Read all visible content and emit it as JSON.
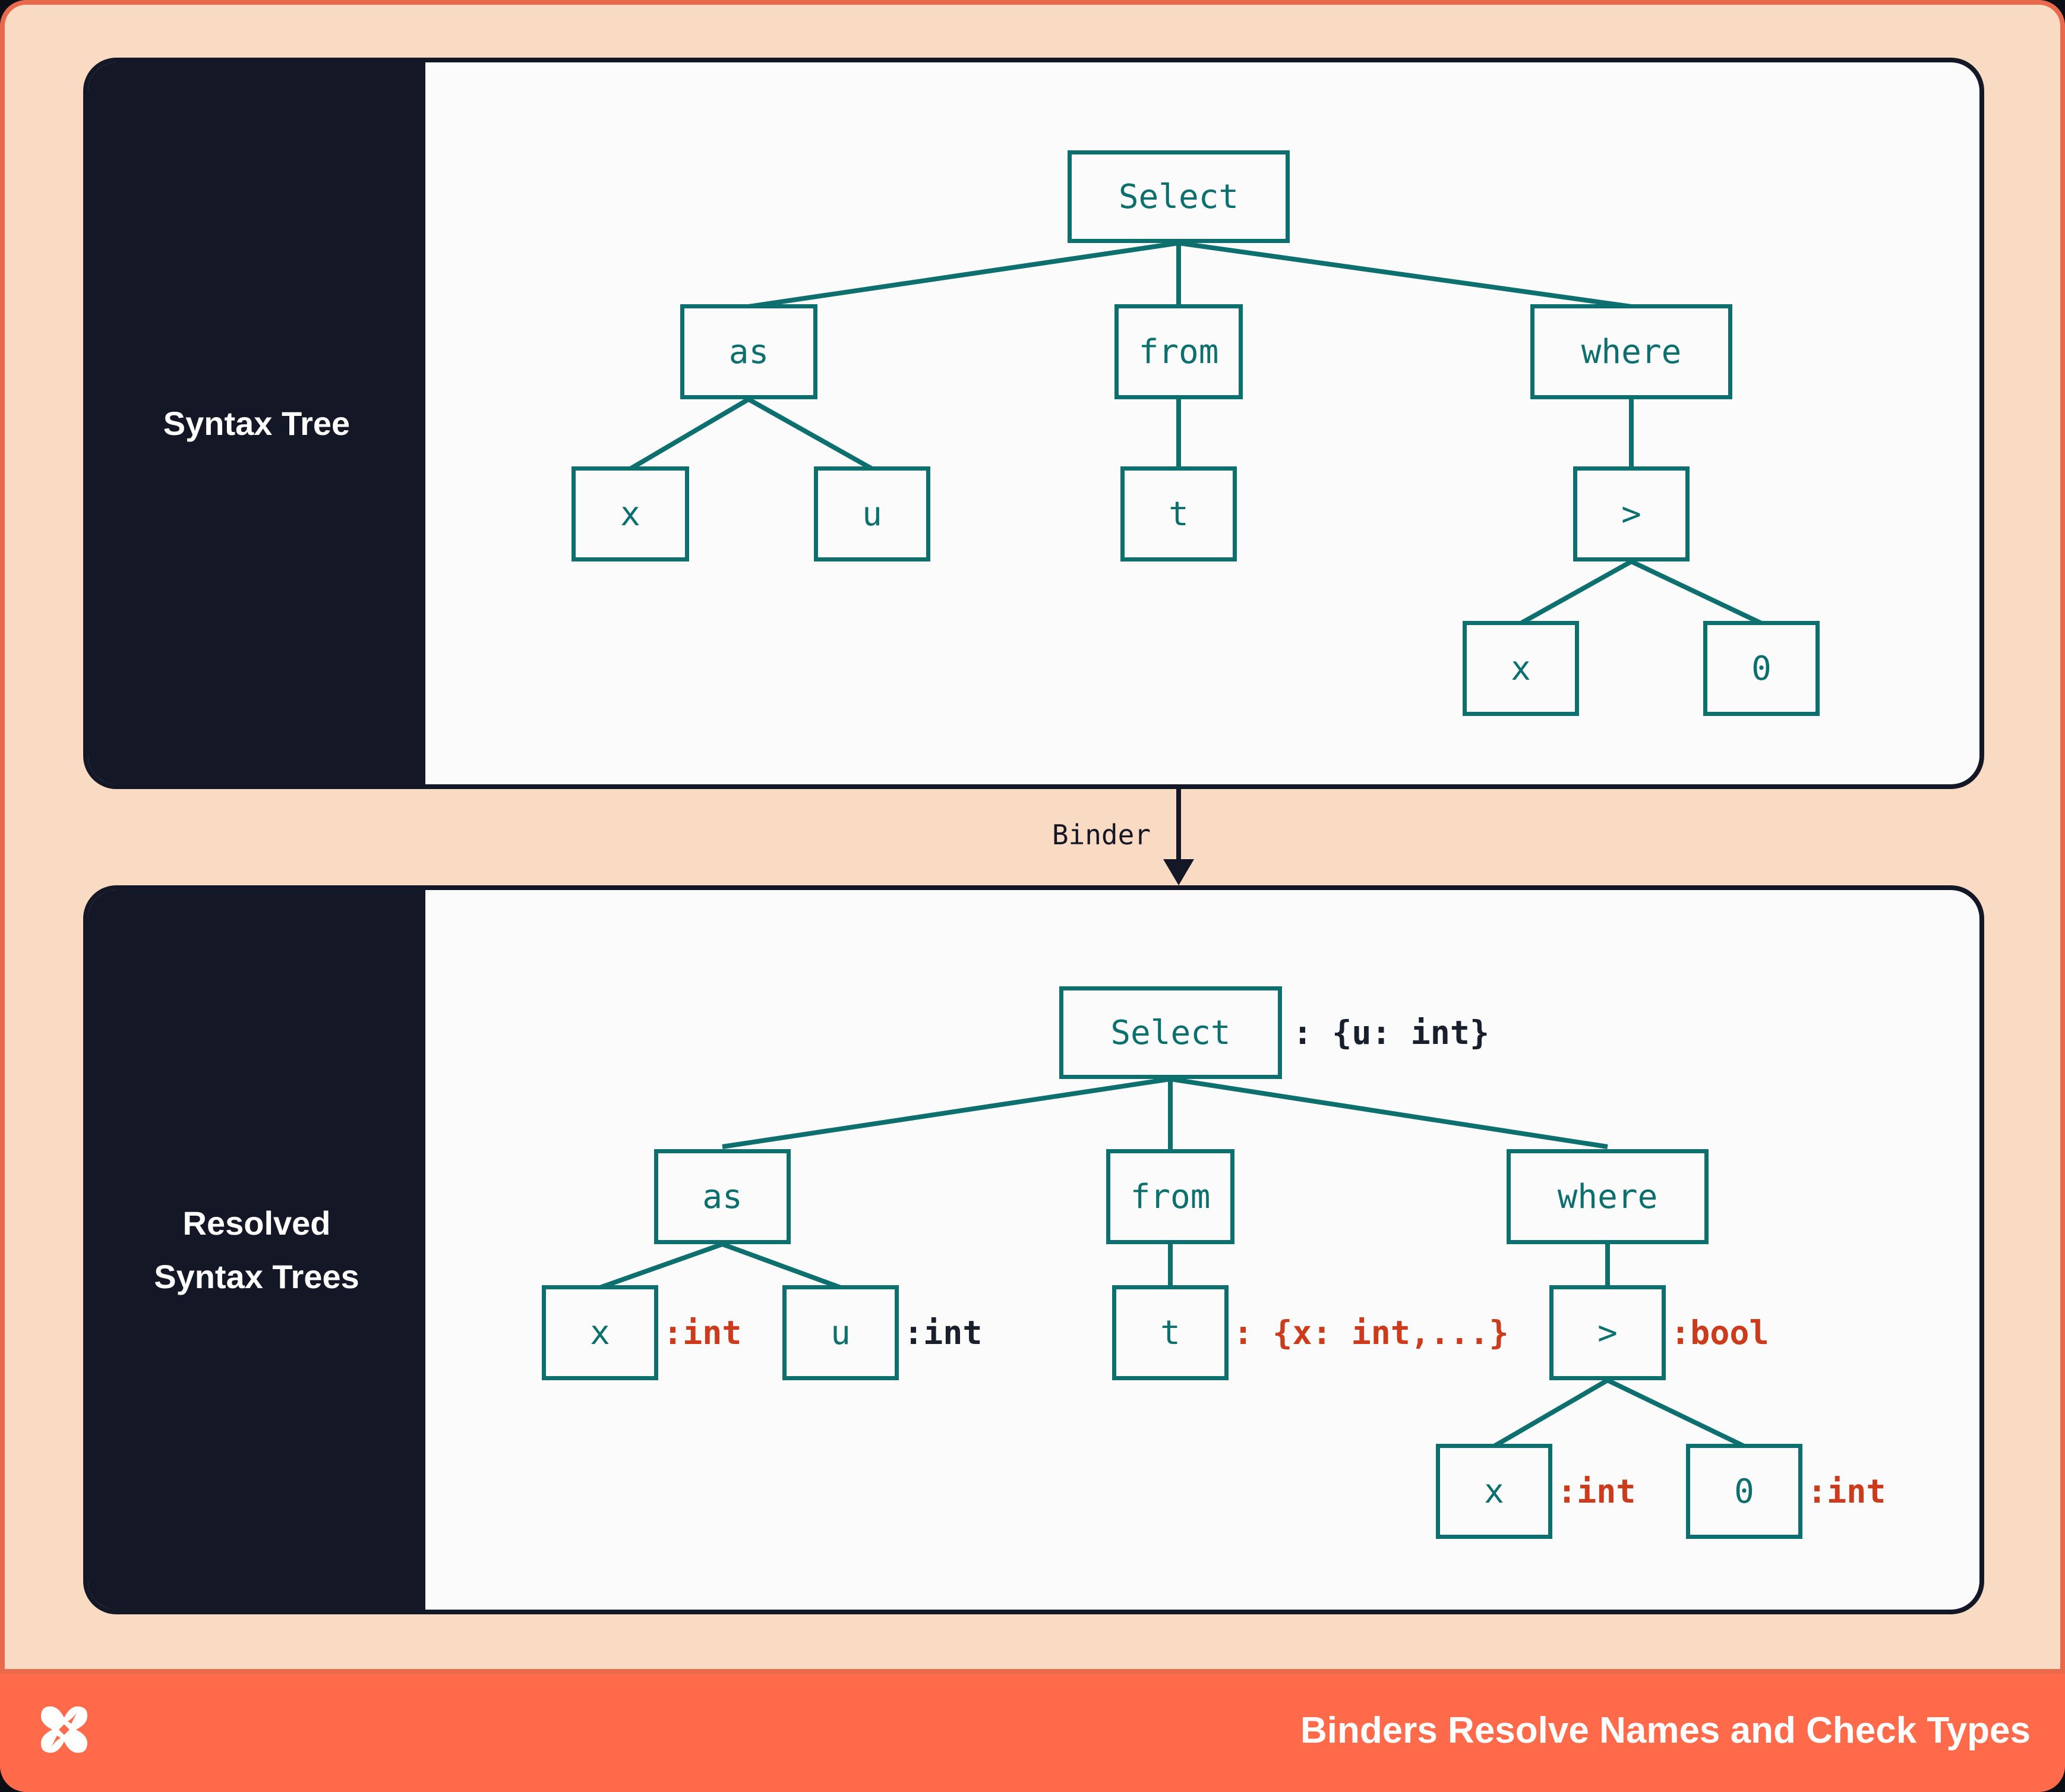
{
  "panels": {
    "syntax": {
      "label_line1": "Syntax Tree"
    },
    "resolved": {
      "label_line1": "Resolved",
      "label_line2": "Syntax Trees"
    }
  },
  "binder": {
    "label": "Binder"
  },
  "footer": {
    "title": "Binders Resolve Names and Check Types",
    "logo": "dbt-logo"
  },
  "tree1": {
    "select": "Select",
    "as": "as",
    "from": "from",
    "where": "where",
    "x1": "x",
    "u": "u",
    "t": "t",
    "gt": ">",
    "x2": "x",
    "zero": "0"
  },
  "tree2": {
    "select": "Select",
    "select_type": ": {u: int}",
    "as": "as",
    "from": "from",
    "where": "where",
    "x1": "x",
    "x1_type": ":int",
    "u": "u",
    "u_type": ":int",
    "t": "t",
    "t_type": ": {x: int,...}",
    "gt": ">",
    "gt_type": ":bool",
    "x2": "x",
    "x2_type": ":int",
    "zero": "0",
    "zero_type": ":int"
  },
  "colors": {
    "card_orange": "#ff6a4a",
    "frame_orange": "#e8694c",
    "peach": "#f8dbc2",
    "panel_dark": "#131726",
    "panel_light": "#fbfbfb",
    "node_teal": "#0e6f6f",
    "type_red": "#cc3b1b",
    "type_navy": "#1a1f2e"
  }
}
